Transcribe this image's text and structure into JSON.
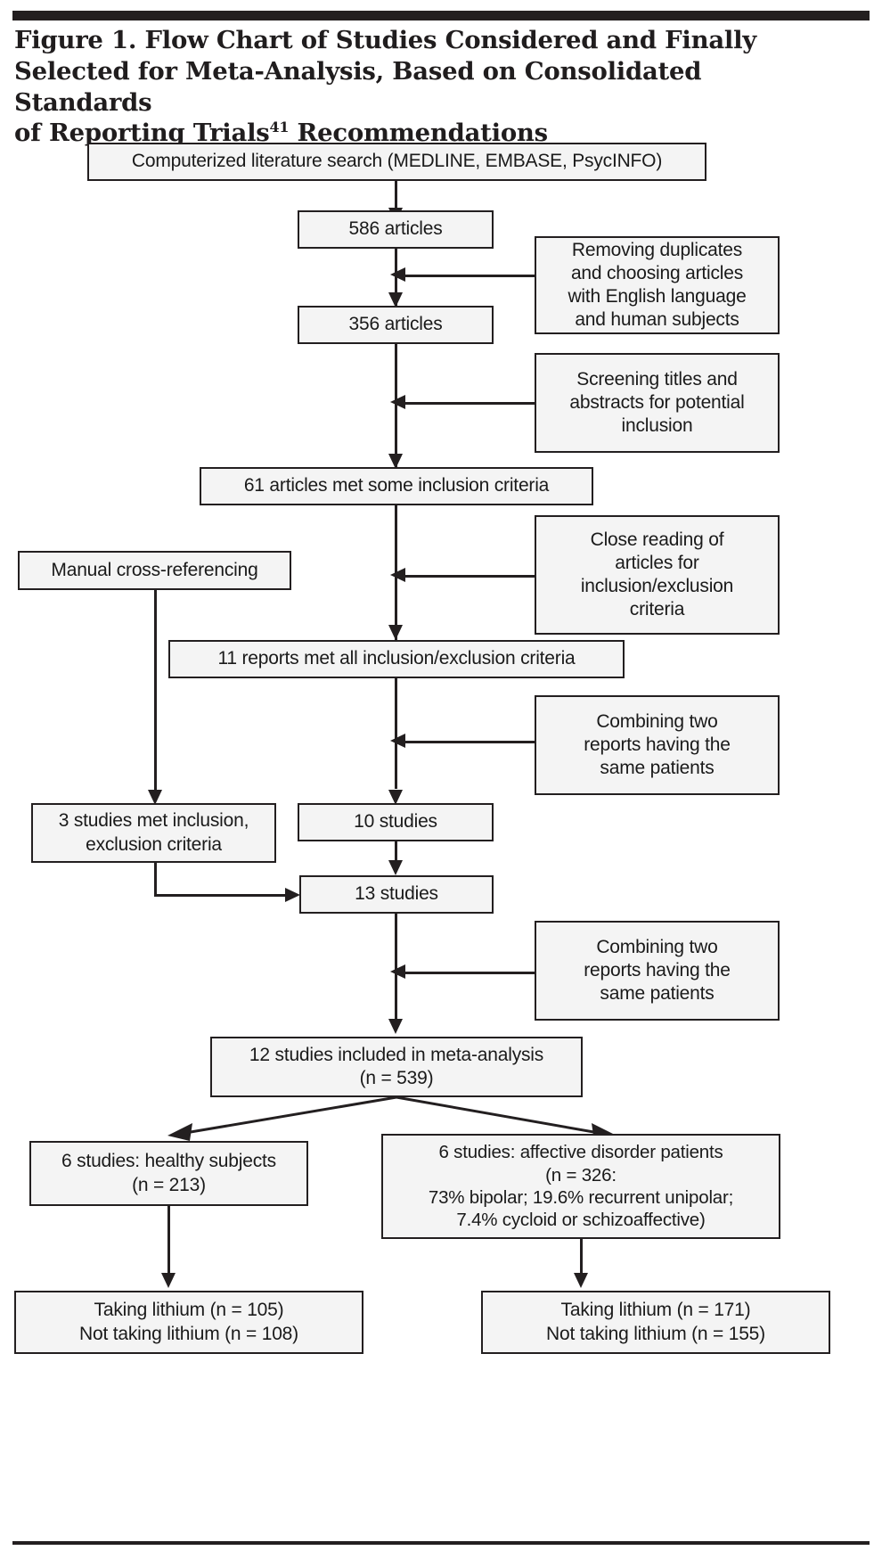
{
  "figure": {
    "title_line1": "Figure 1. Flow Chart of Studies Considered and Finally",
    "title_line2": "Selected for Meta-Analysis, Based on Consolidated Standards",
    "title_line3_a": "of Reporting Trials",
    "title_superscript": "41",
    "title_line3_b": " Recommendations"
  },
  "colors": {
    "rule": "#231f20",
    "box_fill": "#f4f4f4",
    "box_border": "#231f20",
    "text": "#1a1a1a"
  },
  "chart_data": {
    "type": "diagram",
    "title": "Figure 1. Flow Chart of Studies Considered and Finally Selected for Meta-Analysis, Based on Consolidated Standards of Reporting Trials41 Recommendations",
    "nodes": [
      {
        "id": "search",
        "label": "Computerized literature search (MEDLINE, EMBASE, PsycINFO)"
      },
      {
        "id": "n586",
        "label": "586 articles"
      },
      {
        "id": "dedupe",
        "label": "Removing duplicates\nand choosing articles\nwith English language\nand human subjects"
      },
      {
        "id": "n356",
        "label": "356 articles"
      },
      {
        "id": "screening",
        "label": "Screening titles and\nabstracts for potential\ninclusion"
      },
      {
        "id": "n61",
        "label": "61 articles met some inclusion criteria"
      },
      {
        "id": "manual",
        "label": "Manual cross-referencing"
      },
      {
        "id": "closeread",
        "label": "Close reading of\narticles for\ninclusion/exclusion\ncriteria"
      },
      {
        "id": "n11",
        "label": "11 reports met all inclusion/exclusion criteria"
      },
      {
        "id": "combine1",
        "label": "Combining two\nreports having the\nsame patients"
      },
      {
        "id": "n3",
        "label": "3 studies met inclusion,\nexclusion criteria"
      },
      {
        "id": "n10",
        "label": "10 studies"
      },
      {
        "id": "n13",
        "label": "13 studies"
      },
      {
        "id": "combine2",
        "label": "Combining two\nreports having the\nsame patients"
      },
      {
        "id": "n12",
        "label": "12 studies included in meta-analysis\n(n = 539)"
      },
      {
        "id": "healthy",
        "label": "6 studies: healthy subjects\n(n = 213)"
      },
      {
        "id": "affective",
        "label": "6 studies: affective disorder patients\n(n = 326:\n73% bipolar; 19.6% recurrent unipolar;\n7.4% cycloid or schizoaffective)"
      },
      {
        "id": "lith_healthy",
        "label": "Taking lithium (n = 105)\nNot taking lithium (n = 108)"
      },
      {
        "id": "lith_affect",
        "label": "Taking lithium (n = 171)\nNot taking lithium (n = 155)"
      }
    ],
    "edges": [
      {
        "from": "search",
        "to": "n586",
        "style": "arrow-down"
      },
      {
        "from": "n586",
        "to": "n356",
        "style": "arrow-down"
      },
      {
        "from": "dedupe",
        "to": "n586-n356",
        "style": "arrow-left"
      },
      {
        "from": "n356",
        "to": "n61",
        "style": "arrow-down"
      },
      {
        "from": "screening",
        "to": "n356-n61",
        "style": "arrow-left"
      },
      {
        "from": "n61",
        "to": "n11",
        "style": "arrow-down"
      },
      {
        "from": "closeread",
        "to": "n61-n11",
        "style": "arrow-left"
      },
      {
        "from": "manual",
        "to": "n3",
        "style": "arrow-down"
      },
      {
        "from": "n11",
        "to": "n10",
        "style": "arrow-down"
      },
      {
        "from": "combine1",
        "to": "n11-n10",
        "style": "arrow-left"
      },
      {
        "from": "n10",
        "to": "n13",
        "style": "arrow-down"
      },
      {
        "from": "n3",
        "to": "n13",
        "style": "arrow-right"
      },
      {
        "from": "n13",
        "to": "n12",
        "style": "arrow-down"
      },
      {
        "from": "combine2",
        "to": "n13-n12",
        "style": "arrow-left"
      },
      {
        "from": "n12",
        "to": "healthy",
        "style": "arrow-diagonal-left"
      },
      {
        "from": "n12",
        "to": "affective",
        "style": "arrow-diagonal-right"
      },
      {
        "from": "healthy",
        "to": "lith_healthy",
        "style": "arrow-down"
      },
      {
        "from": "affective",
        "to": "lith_affect",
        "style": "arrow-down"
      }
    ],
    "counts": {
      "initial_articles": 586,
      "after_dedupe_english_human": 356,
      "met_some_inclusion_criteria": 61,
      "reports_met_all_criteria": 11,
      "studies_after_first_combine": 10,
      "studies_from_manual_cross_referencing": 3,
      "studies_after_merge": 13,
      "studies_in_meta_analysis": 12,
      "total_n": 539,
      "healthy_studies": 6,
      "healthy_n": 213,
      "healthy_taking_lithium": 105,
      "healthy_not_taking_lithium": 108,
      "affective_studies": 6,
      "affective_n": 326,
      "affective_pct_bipolar": 73,
      "affective_pct_recurrent_unipolar": 19.6,
      "affective_pct_cycloid_or_schizoaffective": 7.4,
      "affective_taking_lithium": 171,
      "affective_not_taking_lithium": 155
    }
  }
}
